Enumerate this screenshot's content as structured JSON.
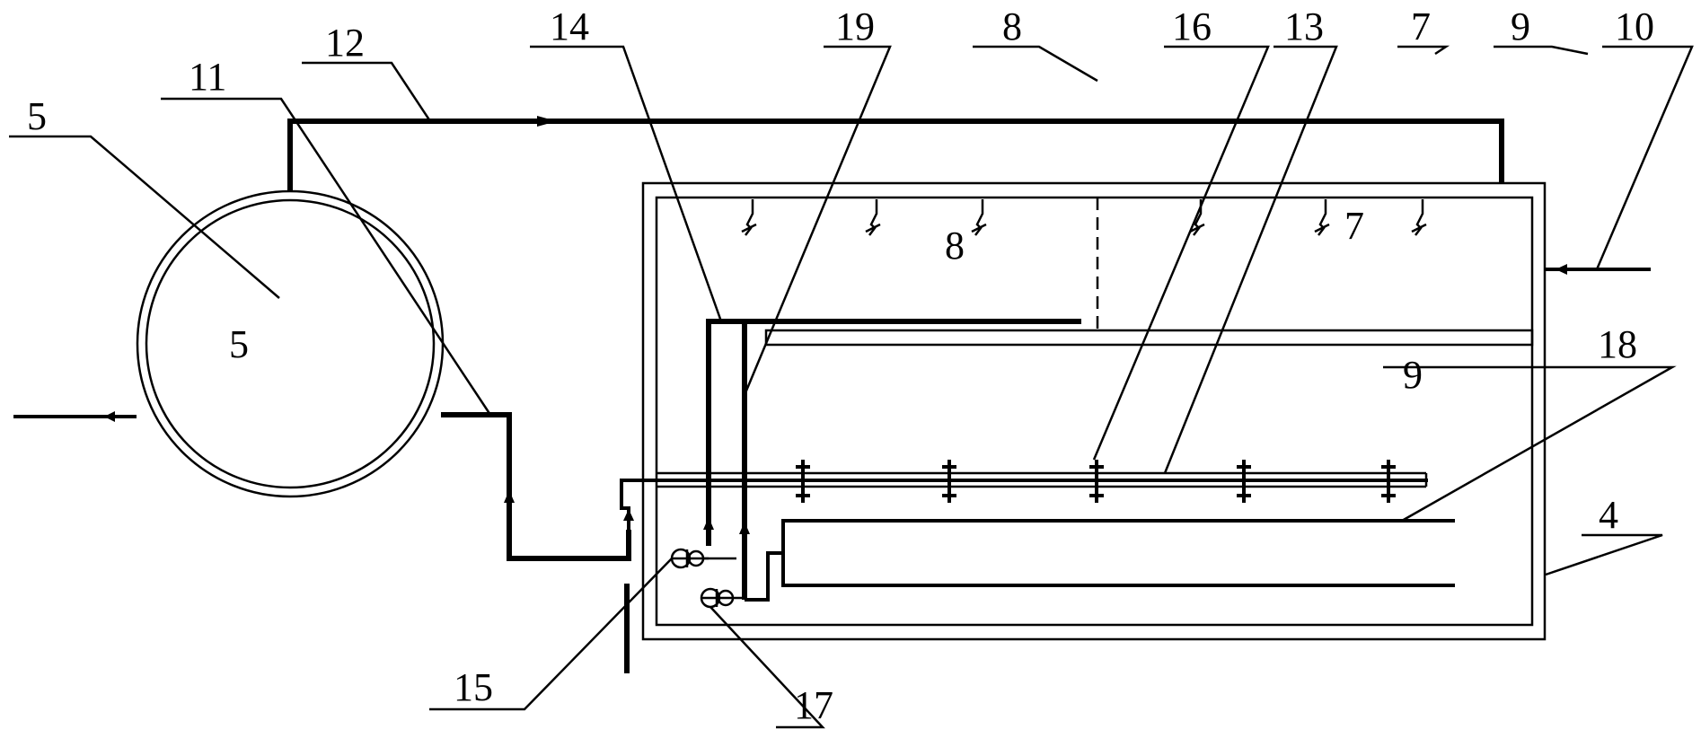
{
  "labels": {
    "l5": "5",
    "l11": "11",
    "l12": "12",
    "l14": "14",
    "l19": "19",
    "l8": "8",
    "l16": "16",
    "l13": "13",
    "l7": "7",
    "l9": "9",
    "l10": "10",
    "l18": "18",
    "l4": "4",
    "l15": "15",
    "l17": "17"
  }
}
